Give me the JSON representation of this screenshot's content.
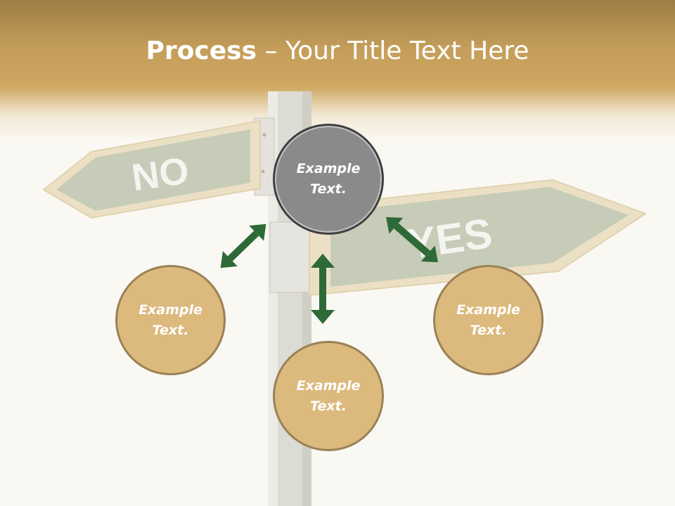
{
  "title": {
    "bold": "Process",
    "dash": " – ",
    "rest": "Your Title Text Here"
  },
  "signs": {
    "left": "NO",
    "right": "YES"
  },
  "nodes": {
    "center": {
      "line1": "Example",
      "line2": "Text."
    },
    "left": {
      "line1": "Example",
      "line2": "Text."
    },
    "bottom": {
      "line1": "Example",
      "line2": "Text."
    },
    "right": {
      "line1": "Example",
      "line2": "Text."
    }
  },
  "colors": {
    "header_brown": "#c49e5a",
    "center_circle": "#8a8a8a",
    "node_circle": "#dcb97d",
    "arrow_green": "#2e6a37"
  }
}
